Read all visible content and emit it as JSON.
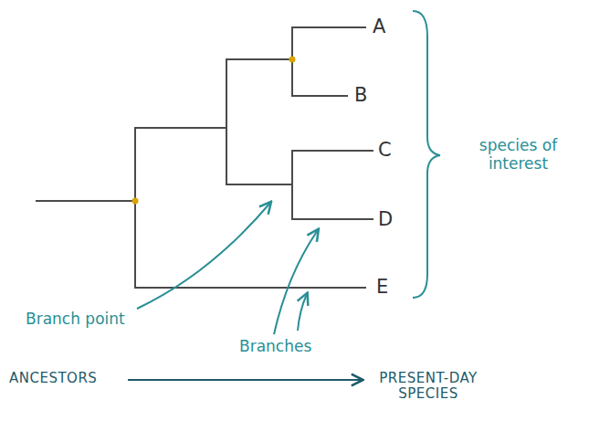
{
  "diagram": {
    "labels": [
      "A",
      "B",
      "C",
      "D",
      "E",
      "species of interest",
      "Branch point",
      "Branches",
      "ANCESTORS",
      "PRESENT-DAY SPECIES"
    ]
  }
}
